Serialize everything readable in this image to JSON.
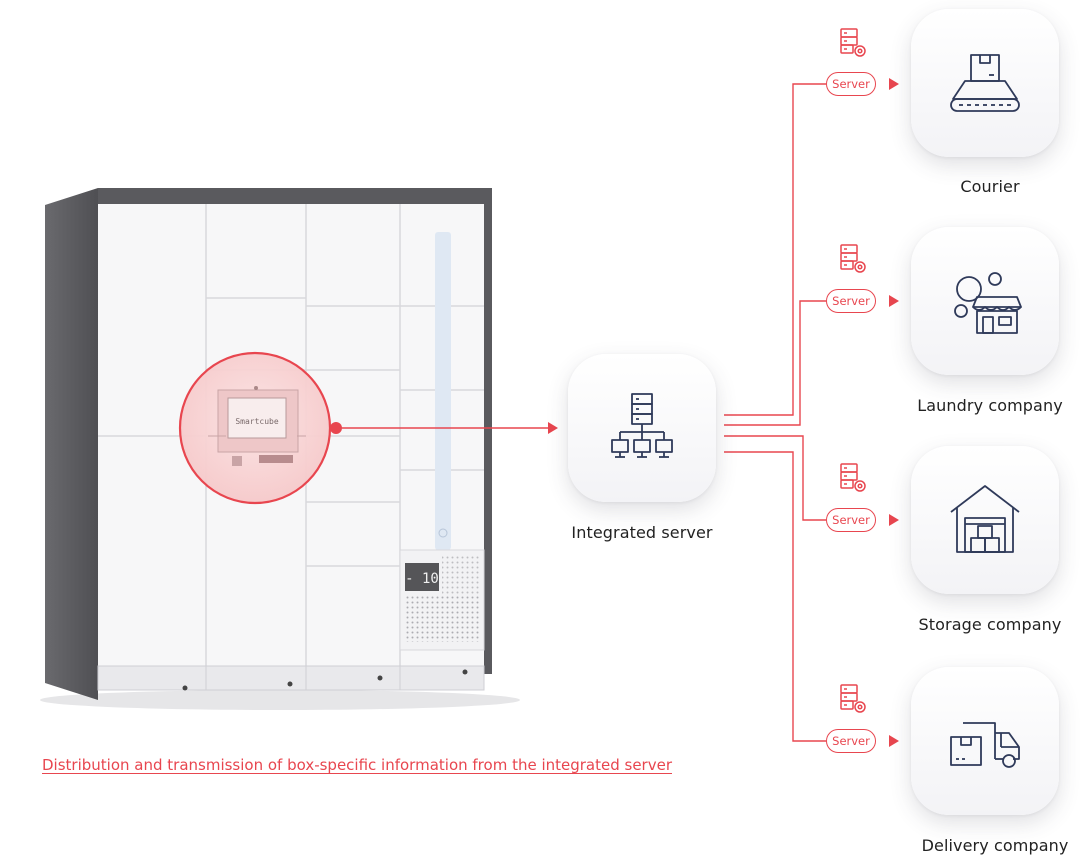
{
  "hub": {
    "label": "Integrated server",
    "icon": "server-network-icon"
  },
  "locker": {
    "screen_text": "Smartcube",
    "display_text": "- 10"
  },
  "destinations": [
    {
      "label": "Courier",
      "badge": "Server",
      "icon": "conveyor-box-icon"
    },
    {
      "label": "Laundry company",
      "badge": "Server",
      "icon": "laundry-shop-icon"
    },
    {
      "label": "Storage company",
      "badge": "Server",
      "icon": "warehouse-icon"
    },
    {
      "label": "Delivery company",
      "badge": "Server",
      "icon": "delivery-truck-icon"
    }
  ],
  "caption": "Distribution and transmission of box-specific information from the integrated server",
  "colors": {
    "accent": "#e8464f",
    "icon_stroke": "#2f3a5a",
    "locker_frame": "#5e5e62"
  }
}
